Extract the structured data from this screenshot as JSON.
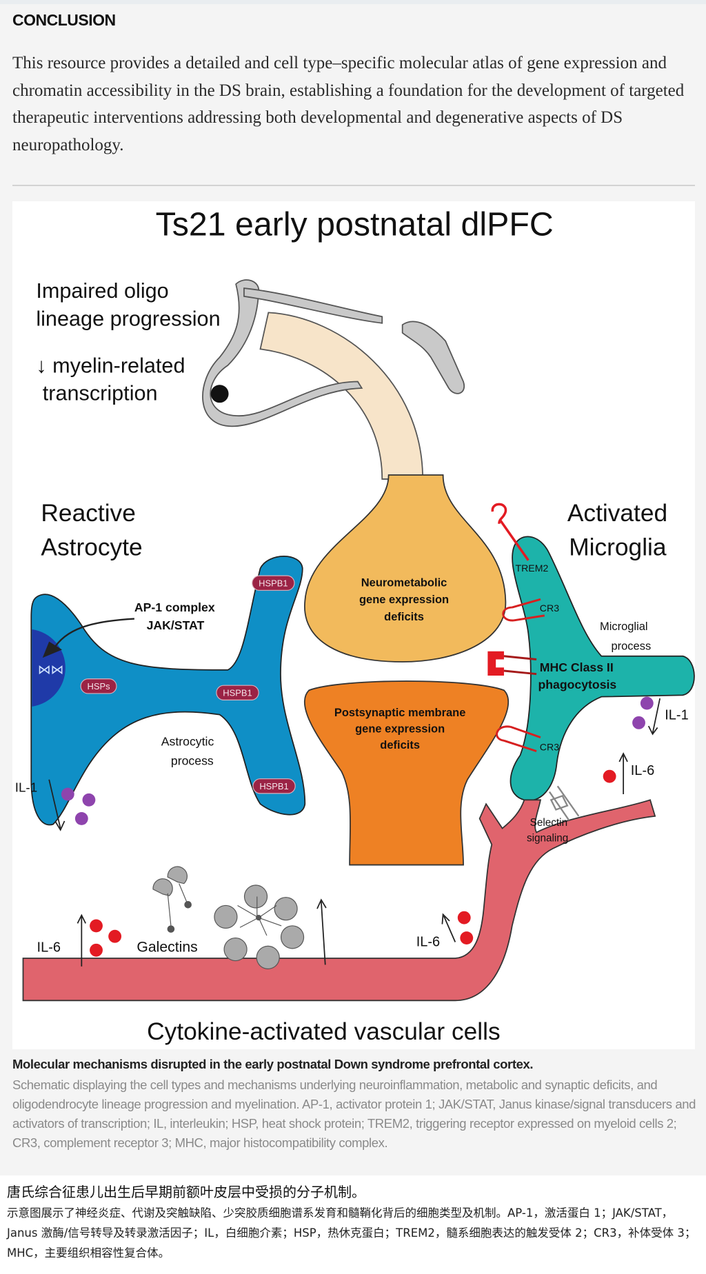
{
  "conclusion": {
    "heading": "CONCLUSION",
    "text": "This resource provides a detailed and cell type–specific molecular atlas of gene expression and chromatin accessibility in the DS brain, establishing a foundation for the development of targeted therapeutic interventions addressing both developmental and degenerative aspects of DS neuropathology."
  },
  "figure": {
    "title": "Ts21 early postnatal dlPFC",
    "oligo": {
      "line1": "Impaired oligo",
      "line2": "lineage progression",
      "line3": "↓ myelin-related",
      "line4": "transcription"
    },
    "astrocyte": {
      "title1": "Reactive",
      "title2": "Astrocyte",
      "ap1": "AP-1 complex",
      "jakstat": "JAK/STAT",
      "hsps": "HSPs",
      "hspb1": "HSPB1",
      "process1": "Astrocytic",
      "process2": "process",
      "il1": "IL-1"
    },
    "neuron": {
      "pre1": "Neurometabolic",
      "pre2": "gene expression",
      "pre3": "deficits",
      "post1": "Postsynaptic membrane",
      "post2": "gene expression",
      "post3": "deficits"
    },
    "microglia": {
      "title1": "Activated",
      "title2": "Microglia",
      "trem2": "TREM2",
      "cr3": "CR3",
      "process1": "Microglial",
      "process2": "process",
      "mhc1": "MHC Class II",
      "mhc2": "phagocytosis",
      "il1": "IL-1",
      "il6": "IL-6",
      "selectin1": "Selectin",
      "selectin2": "signaling"
    },
    "vascular": {
      "il6": "IL-6",
      "galectins": "Galectins",
      "title": "Cytokine-activated vascular cells"
    },
    "colors": {
      "astrocyte": "#0f8fc6",
      "nucleus": "#1f3aa8",
      "presynaptic": "#f2ba5c",
      "postsynaptic": "#ee8124",
      "microglia": "#1db3aa",
      "vessel": "#e0646d",
      "il1": "#8e44ad",
      "il6": "#e31b23"
    }
  },
  "caption": {
    "title": "Molecular mechanisms disrupted in the early postnatal Down syndrome prefrontal cortex.",
    "text": "Schematic displaying the cell types and mechanisms underlying neuroinflammation, metabolic and synaptic deficits, and oligodendrocyte lineage progression and myelination. AP-1, activator protein 1; JAK/STAT, Janus kinase/signal transducers and activators of transcription; IL, interleukin; HSP, heat shock protein; TREM2, triggering receptor expressed on myeloid cells 2; CR3, complement receptor 3; MHC, major histocompatibility complex."
  },
  "translation": {
    "title": "唐氏综合征患儿出生后早期前额叶皮层中受损的分子机制。",
    "text": "示意图展示了神经炎症、代谢及突触缺陷、少突胶质细胞谱系发育和髓鞘化背后的细胞类型及机制。AP-1，激活蛋白 1；JAK/STAT，Janus 激酶/信号转导及转录激活因子；IL，白细胞介素；HSP，热休克蛋白；TREM2，髓系细胞表达的触发受体 2；CR3，补体受体 3；MHC，主要组织相容性复合体。"
  }
}
